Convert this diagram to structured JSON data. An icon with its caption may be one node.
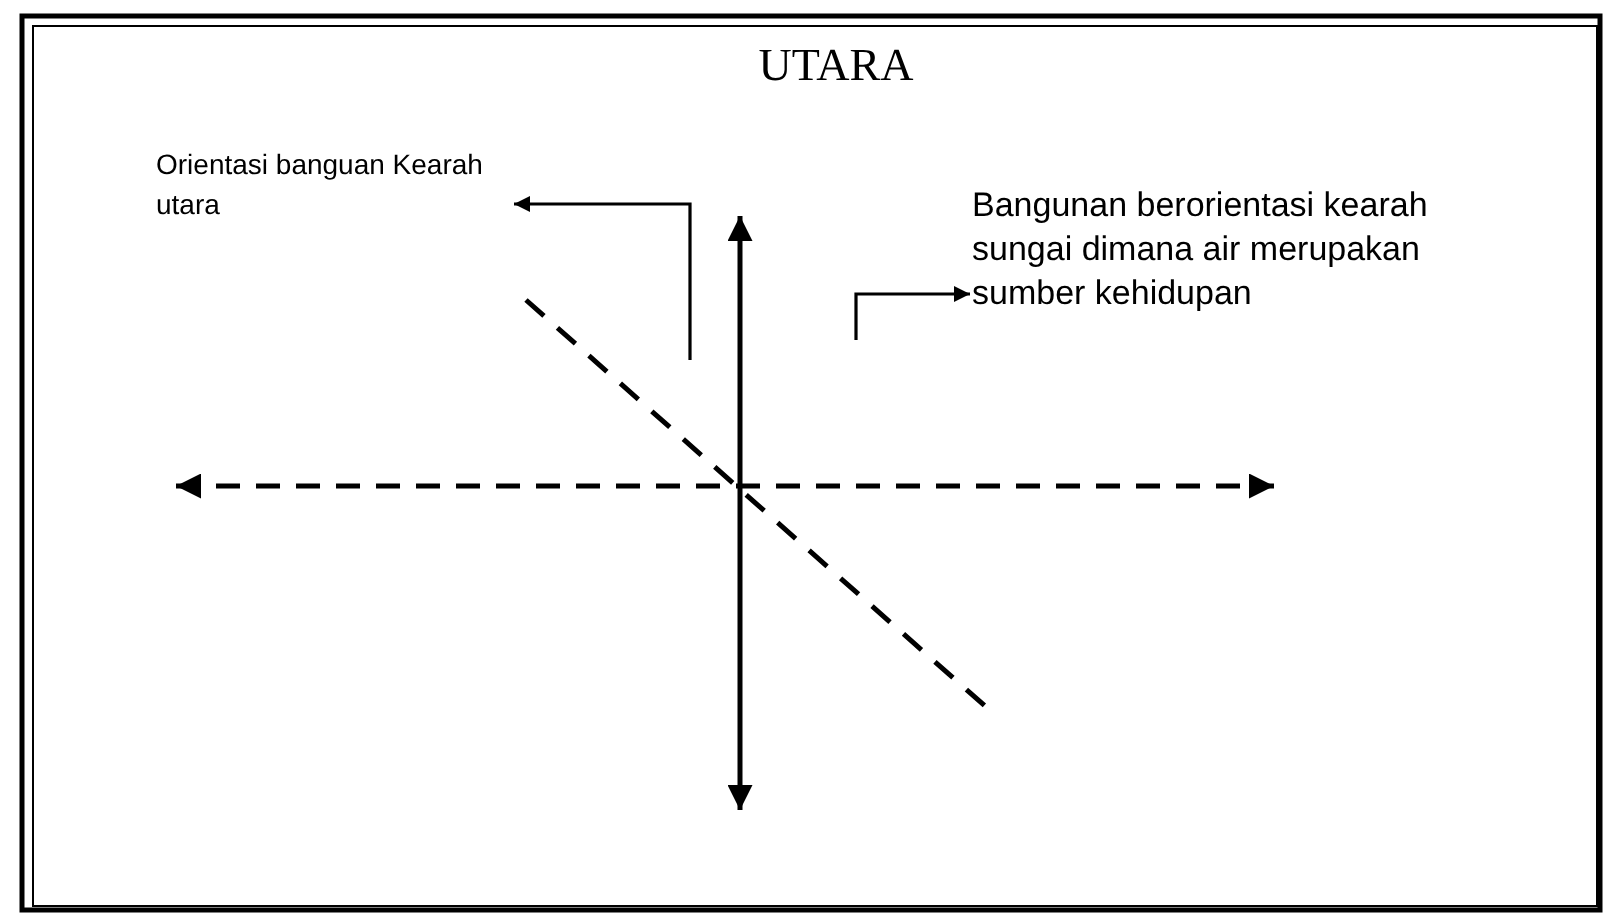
{
  "diagram": {
    "title": "UTARA",
    "nodes": [
      {
        "text": [
          "Orientasi banguan Kearah utara"
        ]
      },
      {
        "text": [
          "Bangunan berorientasi kearah sungai dimana air merupakan sumber kehidupan"
        ]
      }
    ],
    "edges": [
      {
        "from": null,
        "to": 0,
        "arrow": "to"
      },
      {
        "from": null,
        "to": 1,
        "arrow": "to"
      }
    ]
  }
}
